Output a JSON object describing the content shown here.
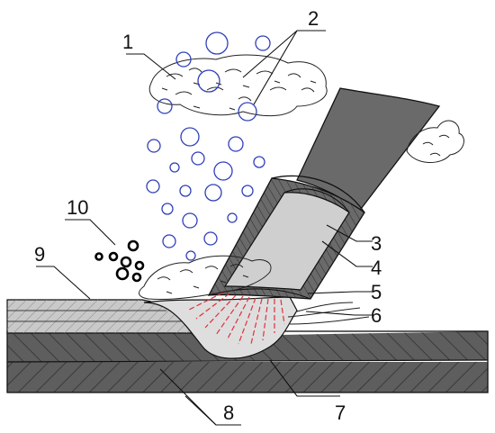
{
  "labels": {
    "l1": "1",
    "l2": "2",
    "l3": "3",
    "l4": "4",
    "l5": "5",
    "l6": "6",
    "l7": "7",
    "l8": "8",
    "l9": "9",
    "l10": "10"
  },
  "colors": {
    "plate": "#5e5e5e",
    "plate_hatch": "#3a3a3a",
    "top_layer": "#c9c9c9",
    "electrode_coating": "#6a6a6a",
    "electrode_core": "#cfcfcf",
    "weld_pool": "#dedede",
    "bubbles": "#2f3fb8",
    "arc_rays": "#e0303a",
    "slag_particles": "#000000",
    "outline": "#111111"
  }
}
